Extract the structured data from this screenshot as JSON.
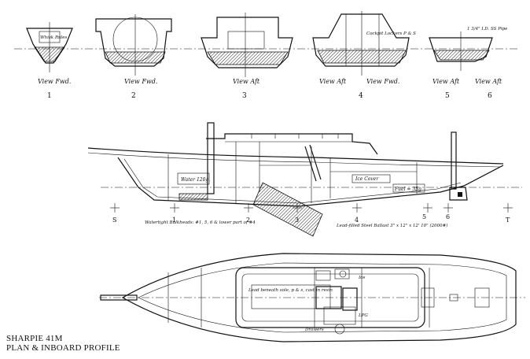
{
  "title": {
    "line1": "SHARPIE 41M",
    "line2": "PLAN & INBOARD PROFILE"
  },
  "sections": [
    {
      "number": "1",
      "view": "View Fwd.",
      "inner_label": "Whisk Rules"
    },
    {
      "number": "2",
      "view": "View Fwd."
    },
    {
      "number": "3",
      "view": "View Aft"
    },
    {
      "number": "4",
      "view_left": "View Aft",
      "view_right": "View Fwd.",
      "inner_label": "Cockpit Lockers P & S"
    },
    {
      "number": "5",
      "view": "View Aft"
    },
    {
      "number": "6",
      "view": "View Aft",
      "inner_label": "1 3/4\" I.D. SS Pipe"
    }
  ],
  "profile": {
    "stations": [
      "S",
      "1",
      "2",
      "3",
      "4",
      "5",
      "6",
      "T"
    ],
    "labels": {
      "water": "Water 120g.",
      "ice_cover": "Ice Cover",
      "fuel": "Fuel = 35g."
    },
    "notes": {
      "watertight": "Watertight Bulkheads: #1, 5, 6 & lower part of #4",
      "ballast": "Lead-filled Steel Ballast 3\" x 12\" x 12' 10\" (2000#)"
    }
  },
  "plan": {
    "labels": {
      "sail_stowage": "Lead beneath sole, p & s, cast in resin",
      "ice": "Ice",
      "lpg": "LPG",
      "drawers": "Drawers"
    }
  }
}
